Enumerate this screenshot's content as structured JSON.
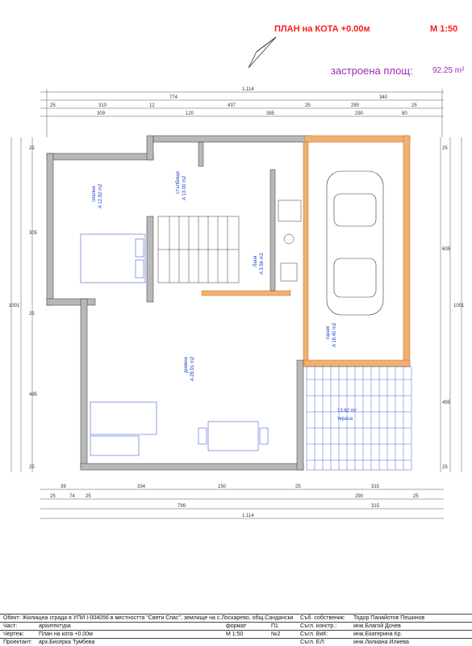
{
  "header": {
    "title": "ПЛАН на КОТА +0.00м",
    "scale": "М 1:50",
    "built_area_label": "застроена площ:",
    "built_area_value": "92.25 m²"
  },
  "dimensions": {
    "top_total": "1.114",
    "top_row1": [
      "774",
      "340"
    ],
    "top_row2": [
      "25",
      "310",
      "12",
      "437",
      "25",
      "290",
      "25"
    ],
    "top_row3": [
      "309",
      "120",
      "385",
      "290",
      "80"
    ],
    "bottom_row1": [
      "39",
      "334",
      "150",
      "25",
      "315"
    ],
    "bottom_row2": [
      "25",
      "74",
      "25",
      "290",
      "25"
    ],
    "bottom_row3": [
      "799",
      "315"
    ],
    "bottom_total": "1.114",
    "left": [
      "25",
      "305",
      "1001",
      "25",
      "495",
      "25"
    ],
    "right": [
      "25",
      "605",
      "1001",
      "495",
      "25"
    ]
  },
  "rooms": [
    {
      "name": "спалня",
      "area": "A 12.82 m2"
    },
    {
      "name": "стълбище",
      "area": "A 13.00 m2"
    },
    {
      "name": "баня",
      "area": "A 3.56 m2"
    },
    {
      "name": "гараж",
      "area": "A 18.40 m2"
    },
    {
      "name": "дневна",
      "area": "A 28.91 m2"
    },
    {
      "name": "тераса",
      "area": "13.62 m²"
    }
  ],
  "title_block": {
    "object": "Обект: Жилищна сграда в УПИ I-004056 в местността \"Свети Спас\", землище на с.Лоскарево, общ.Сандански",
    "owner_label": "Съб. собственик:",
    "owner": "Тодор Панайотов Пешинов",
    "part_label": "Част:",
    "part": "архитектура",
    "drawing_label": "Чертеж:",
    "drawing": "План на кота +0.00м",
    "designer_label": "Проектант:",
    "designer": "арх.Бисерка Тумбева",
    "format_label": "формат",
    "format": "П1",
    "scale_label": "М 1:50",
    "sheet": "№2",
    "constr_label": "Съгл. констр.:",
    "constr": "инж.Благой Дочев",
    "vik_label": "Съгл. ВиК:",
    "vik": "инж.Екатерина Кр.",
    "el_label": "Съгл. ЕЛ:",
    "el": "инж.Лилиана Илиева"
  }
}
